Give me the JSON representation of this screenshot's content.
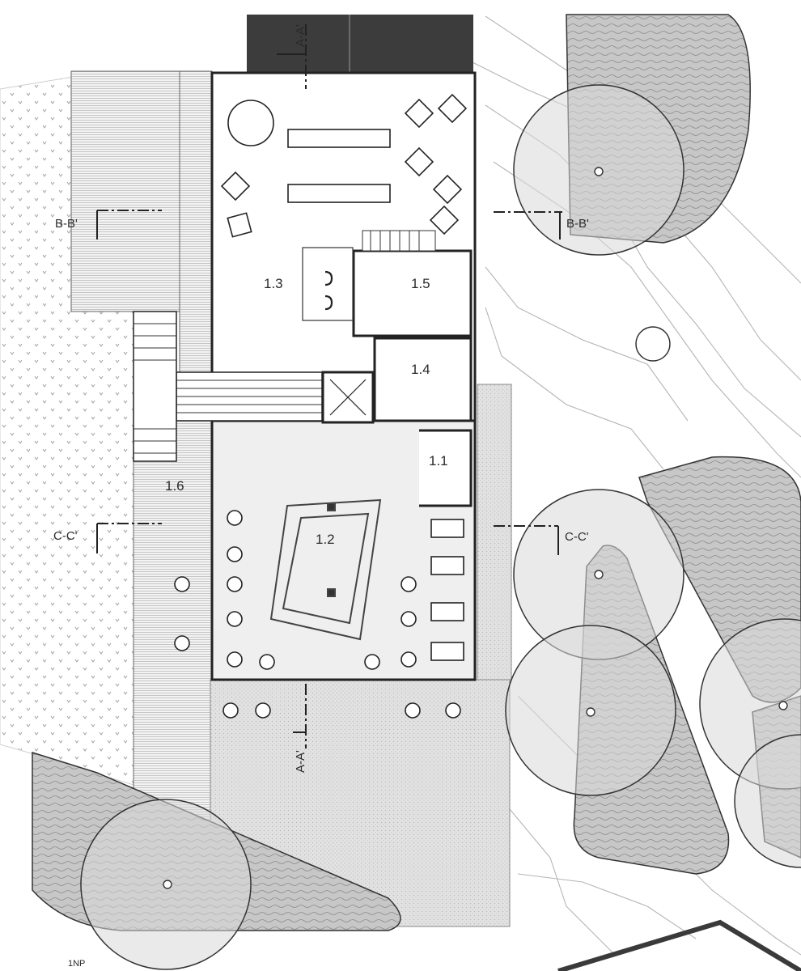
{
  "rooms": {
    "r1_1": "1.1",
    "r1_2": "1.2",
    "r1_3": "1.3",
    "r1_4": "1.4",
    "r1_5": "1.5",
    "r1_6": "1.6"
  },
  "sections": {
    "a_top": "A-A'",
    "a_bottom": "A-A'",
    "b_left": "B-B'",
    "b_right": "B-B'",
    "c_left": "C-C'",
    "c_right": "C-C'"
  },
  "floor_label": "1NP"
}
